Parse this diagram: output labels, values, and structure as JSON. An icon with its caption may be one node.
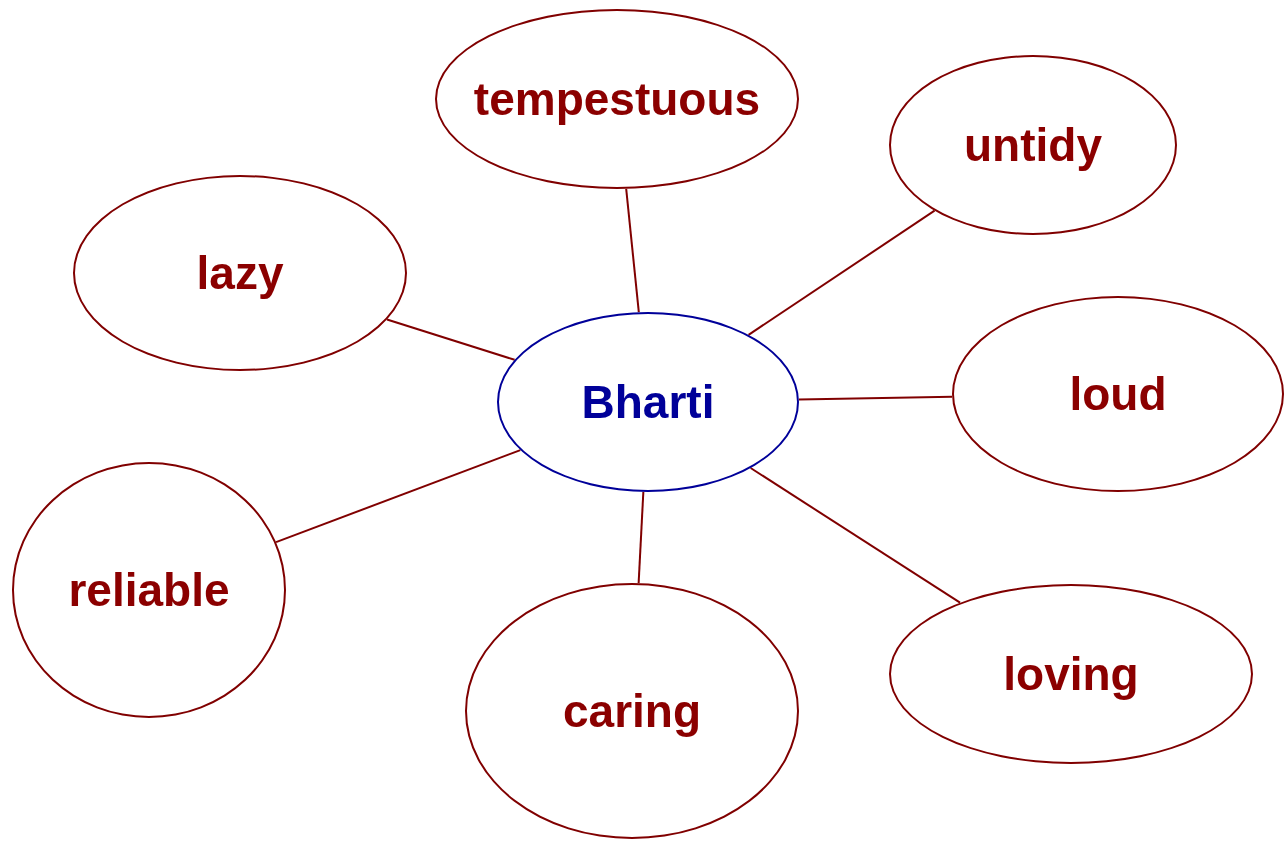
{
  "diagram": {
    "nodes": [
      {
        "text": [
          "tempestuous"
        ]
      },
      {
        "text": [
          "untidy"
        ]
      },
      {
        "text": [
          "lazy"
        ]
      },
      {
        "text": [
          "Bharti"
        ]
      },
      {
        "text": [
          "loud"
        ]
      },
      {
        "text": [
          "reliable"
        ]
      },
      {
        "text": [
          "caring"
        ]
      },
      {
        "text": [
          "loving"
        ]
      }
    ],
    "edges": [
      {
        "from": 3,
        "to": 0,
        "arrow": "none"
      },
      {
        "from": 3,
        "to": 1,
        "arrow": "none"
      },
      {
        "from": 3,
        "to": 2,
        "arrow": "none"
      },
      {
        "from": 3,
        "to": 4,
        "arrow": "none"
      },
      {
        "from": 3,
        "to": 5,
        "arrow": "none"
      },
      {
        "from": 3,
        "to": 6,
        "arrow": "none"
      },
      {
        "from": 3,
        "to": 7,
        "arrow": "none"
      }
    ]
  }
}
